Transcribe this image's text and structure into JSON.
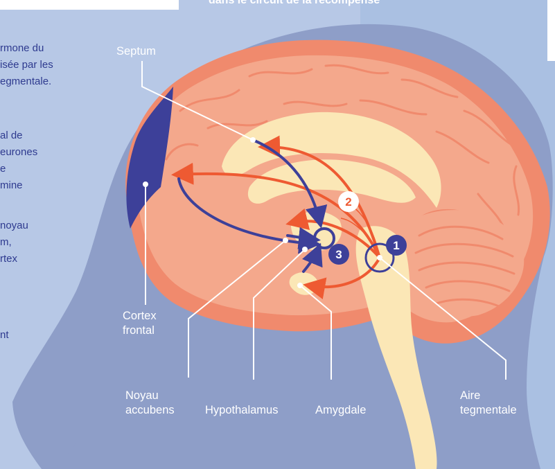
{
  "header": {
    "title_fragment": "dans le circuit de la récompense"
  },
  "left_column": {
    "lines": [
      "rmone du",
      "isée par les",
      "egmentale.",
      "al de",
      "eurones",
      "e",
      "mine",
      "noyau",
      "m,",
      "rtex",
      "nt"
    ]
  },
  "labels": {
    "septum": "Septum",
    "cortex_frontal_line1": "Cortex",
    "cortex_frontal_line2": "frontal",
    "noyau_line1": "Noyau",
    "noyau_line2": "accubens",
    "hypothalamus": "Hypothalamus",
    "amygdale": "Amygdale",
    "aire_line1": "Aire",
    "aire_line2": "tegmentale"
  },
  "markers": {
    "m1": "1",
    "m2": "2",
    "m3": "3"
  },
  "colors": {
    "page_bg": "#b7c8e6",
    "head_silhouette": "#8e9ec8",
    "brain_outer": "#f08a6d",
    "brain_fill": "#f4a88c",
    "limbic_fill": "#fbe7b6",
    "cortex_frontal_blue": "#3d4099",
    "arrow_red": "#ee5a32",
    "arrow_blue": "#3d4099",
    "text_blue": "#2e3a8f"
  }
}
